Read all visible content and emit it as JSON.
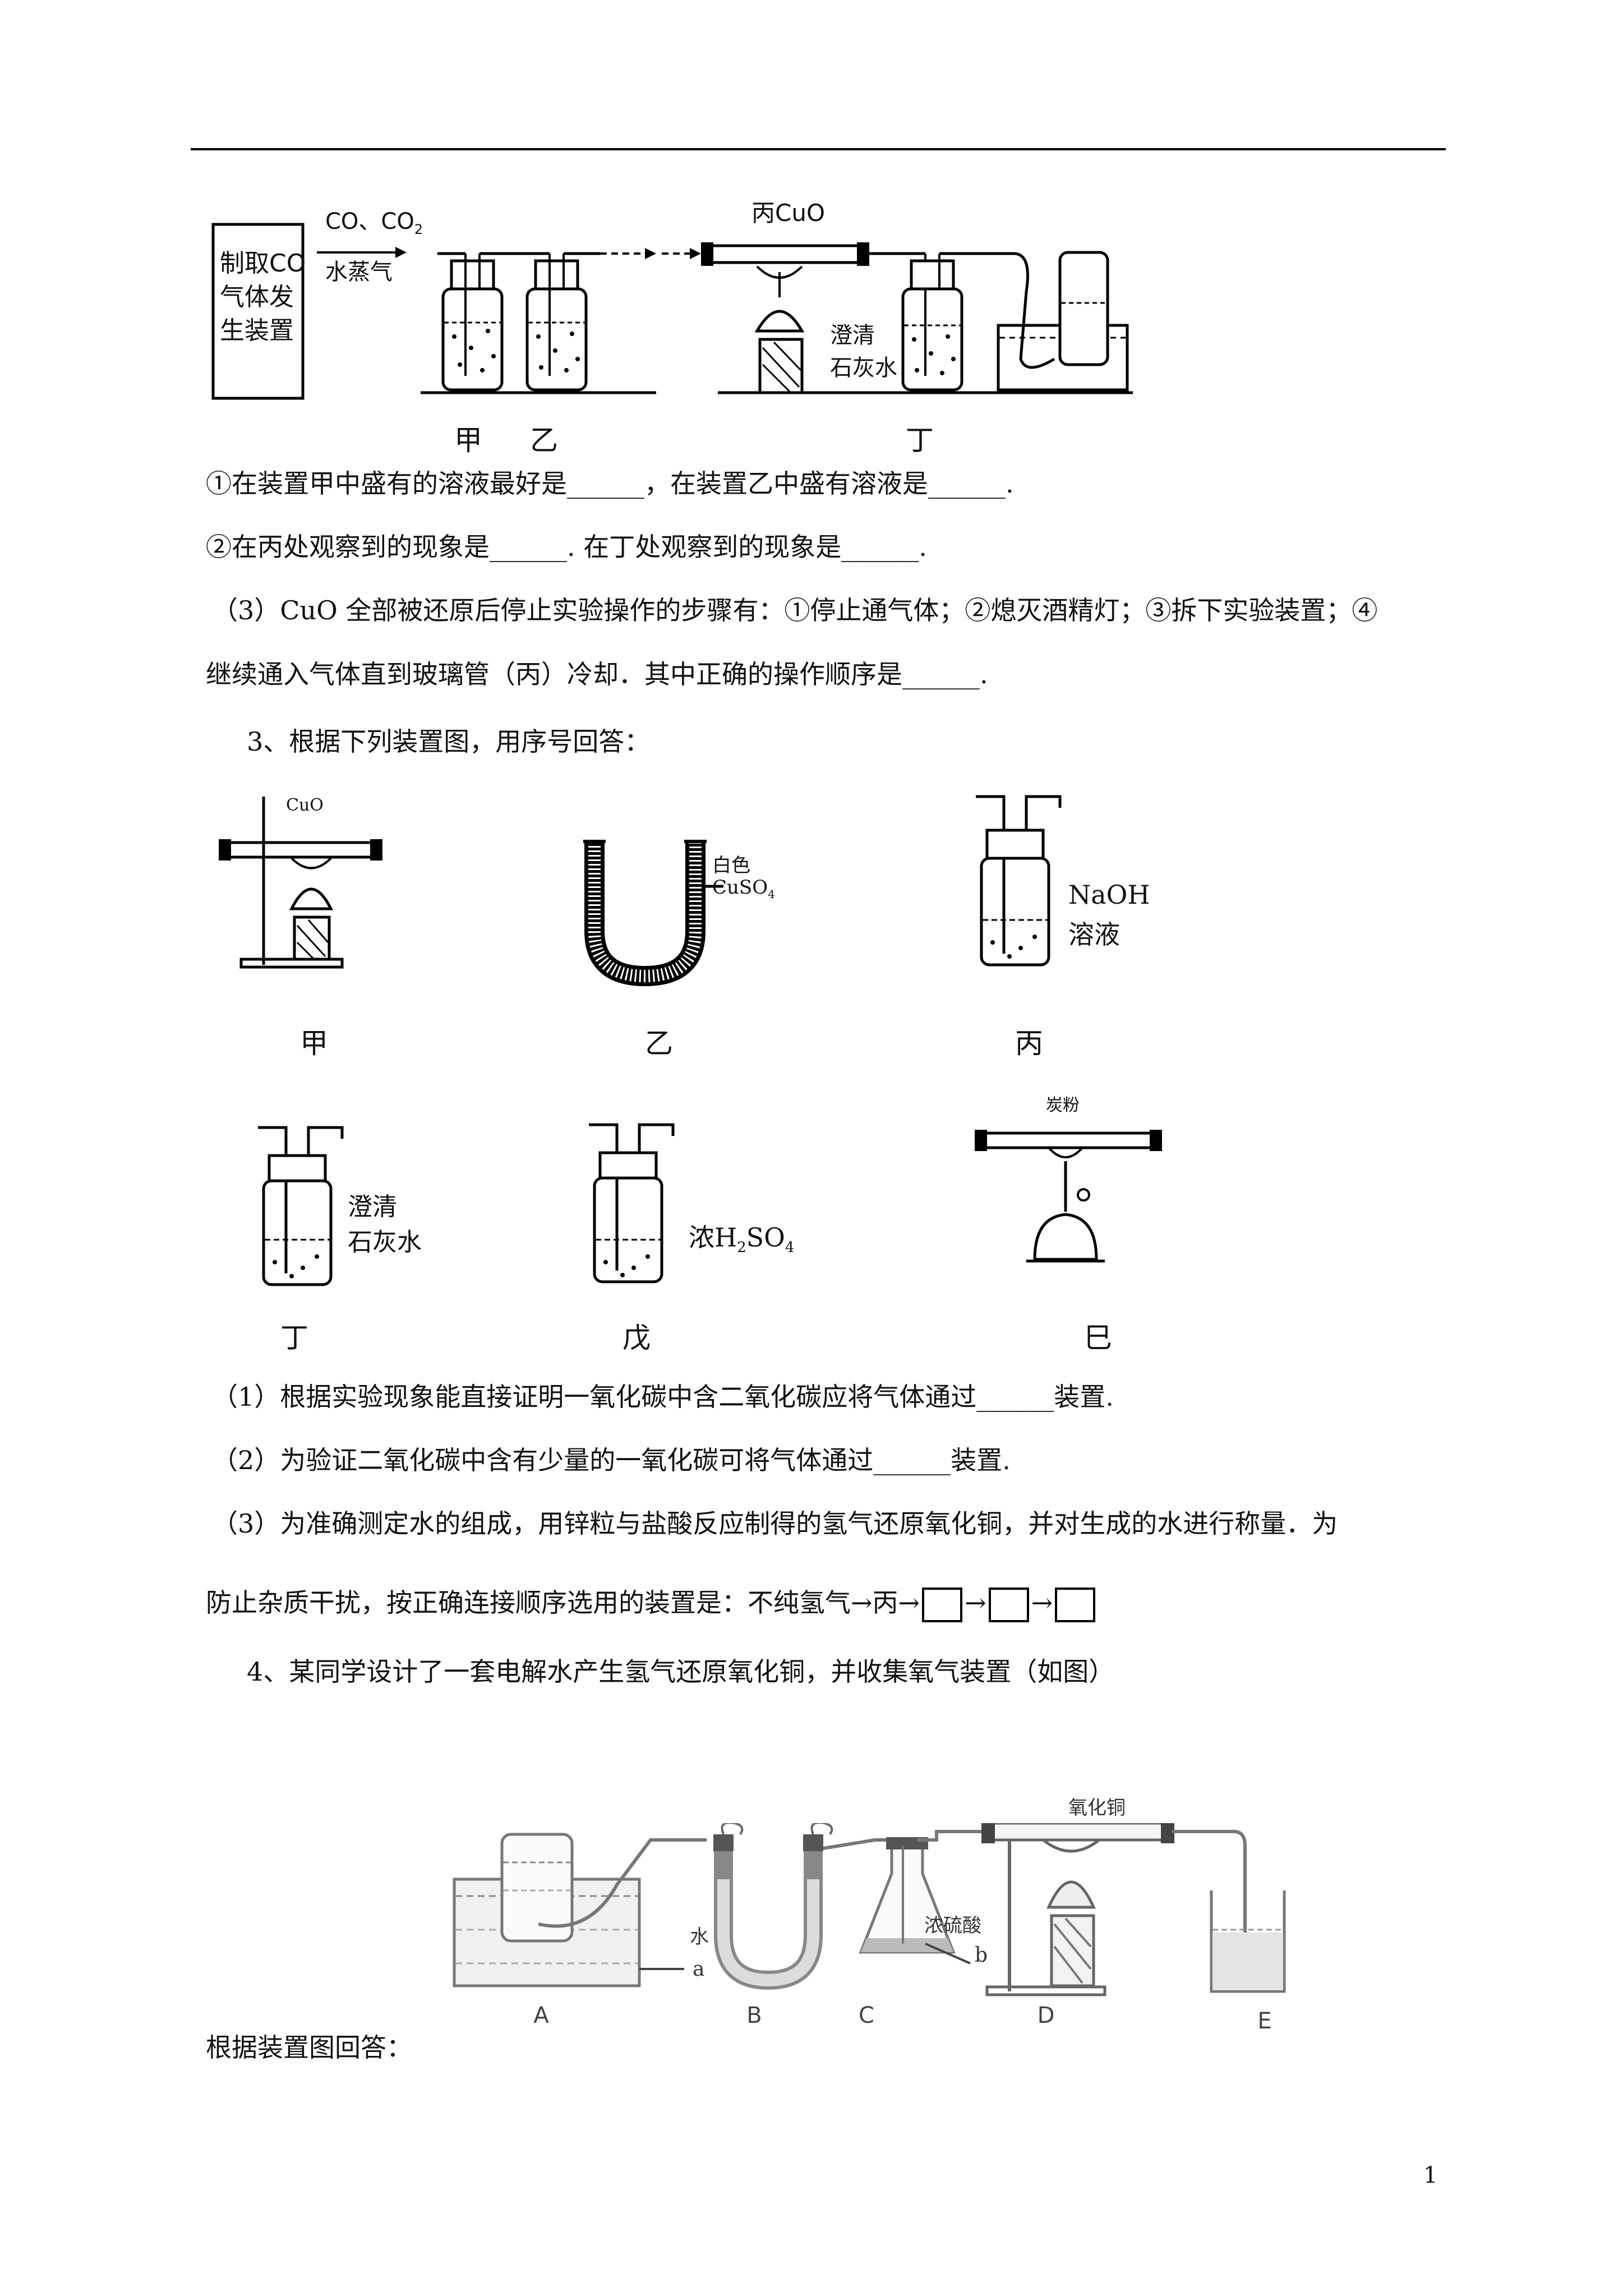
{
  "fig1": {
    "gen_box": "制取CO\n气体发\n生装置",
    "gas_line1": "CO、CO",
    "gas_sub": "2",
    "gas_line2": "水蒸气",
    "tube_label": "丙CuO",
    "limewater_line1": "澄清",
    "limewater_line2": "石灰水",
    "labels": [
      "甲",
      "乙",
      "丁"
    ]
  },
  "q2": {
    "l1": "①在装置甲中盛有的溶液最好是______，在装置乙中盛有溶液是______.",
    "l2": "②在丙处观察到的现象是______. 在丁处观察到的现象是______.",
    "l3": "（3）CuO 全部被还原后停止实验操作的步骤有：①停止通气体；②熄灭酒精灯；③拆下实验装置；④",
    "l4": "继续通入气体直到玻璃管（丙）冷却．其中正确的操作顺序是______."
  },
  "q3": {
    "intro": "3、根据下列装置图，用序号回答：",
    "cuo": "CuO",
    "u_line1": "白色",
    "u_line2": "CuSO",
    "u_sub": "4",
    "naoh_line1": "NaOH",
    "naoh_line2": "溶液",
    "lime_line1": "澄清",
    "lime_line2": "石灰水",
    "h2so4": "浓H",
    "h2so4_sub1": "2",
    "h2so4_mid": "SO",
    "h2so4_sub2": "4",
    "carbon": "炭粉",
    "labels": [
      "甲",
      "乙",
      "丙",
      "丁",
      "戊",
      "巳"
    ],
    "p1": "（1）根据实验现象能直接证明一氧化碳中含二氧化碳应将气体通过______装置.",
    "p2": "（2）为验证二氧化碳中含有少量的一氧化碳可将气体通过______装置.",
    "p3a": "（3）为准确测定水的组成，用锌粒与盐酸反应制得的氢气还原氧化铜，并对生成的水进行称量．为",
    "p3b": "防止杂质干扰，按正确连接顺序选用的装置是：不纯氢气",
    "p3b_mid": "丙",
    "arrow": "→"
  },
  "q4": {
    "intro": "4、某同学设计了一套电解水产生氢气还原氧化铜，并收集氧气装置（如图）",
    "water": "水",
    "acid": "浓硫酸",
    "cuo": "氧化铜",
    "a": "a",
    "b": "b",
    "labels": [
      "A",
      "B",
      "C",
      "D",
      "E"
    ],
    "answer": "根据装置图回答："
  },
  "page_number": "1"
}
